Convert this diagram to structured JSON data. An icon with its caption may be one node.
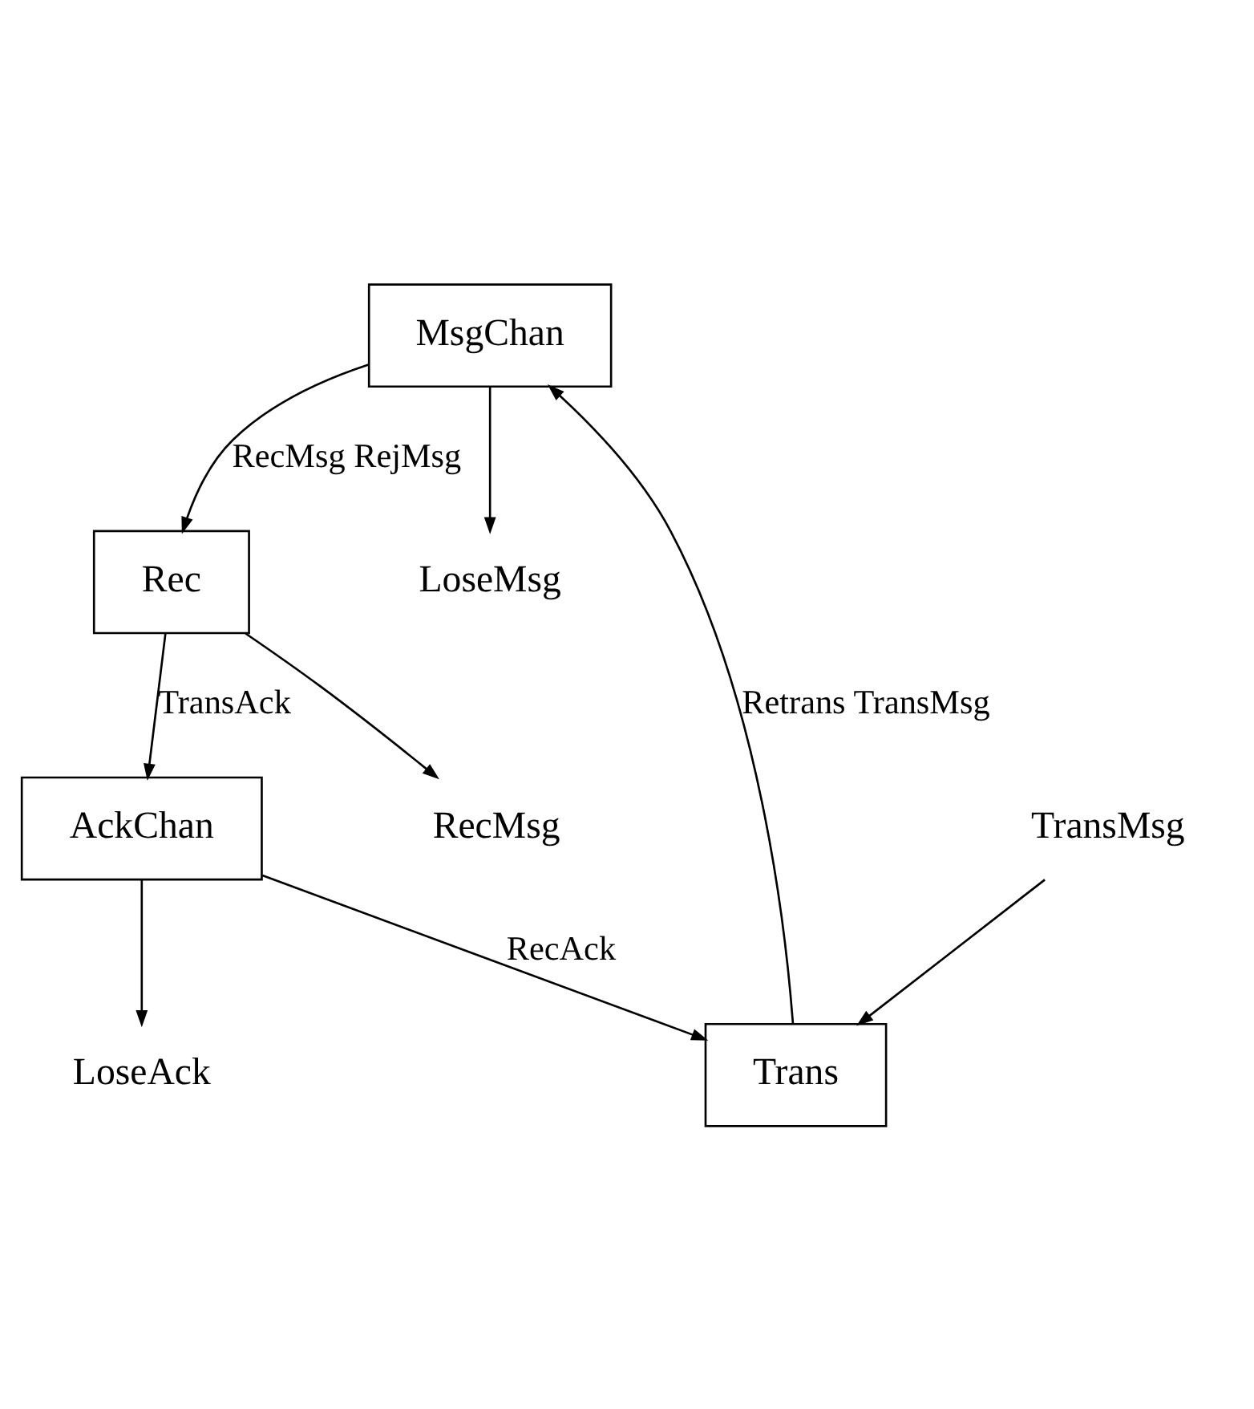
{
  "diagram": {
    "nodes": [
      {
        "text": [
          "MsgChan"
        ]
      },
      {
        "text": [
          "Trans"
        ]
      },
      {
        "text": [
          "Rec"
        ]
      },
      {
        "text": [
          "AckChan"
        ]
      },
      {
        "text": [
          "LoseMsg"
        ]
      },
      {
        "text": [
          "TransMsg"
        ]
      },
      {
        "text": [
          "RecMsg"
        ]
      },
      {
        "text": [
          "LoseAck"
        ]
      }
    ],
    "edges": [
      {
        "from": 0,
        "to": 4,
        "arrow": "to"
      },
      {
        "from": 5,
        "to": 1,
        "arrow": "to"
      },
      {
        "from": 1,
        "to": 0,
        "arrow": "to",
        "label": "Retrans TransMsg"
      },
      {
        "from": 0,
        "to": 2,
        "arrow": "to",
        "label": "RecMsg RejMsg"
      },
      {
        "from": 2,
        "to": 3,
        "arrow": "to",
        "label": "TransAck"
      },
      {
        "from": 3,
        "to": 1,
        "arrow": "to",
        "label": "RecAck"
      },
      {
        "from": 2,
        "to": 6,
        "arrow": "to"
      },
      {
        "from": 3,
        "to": 7,
        "arrow": "to"
      }
    ]
  }
}
